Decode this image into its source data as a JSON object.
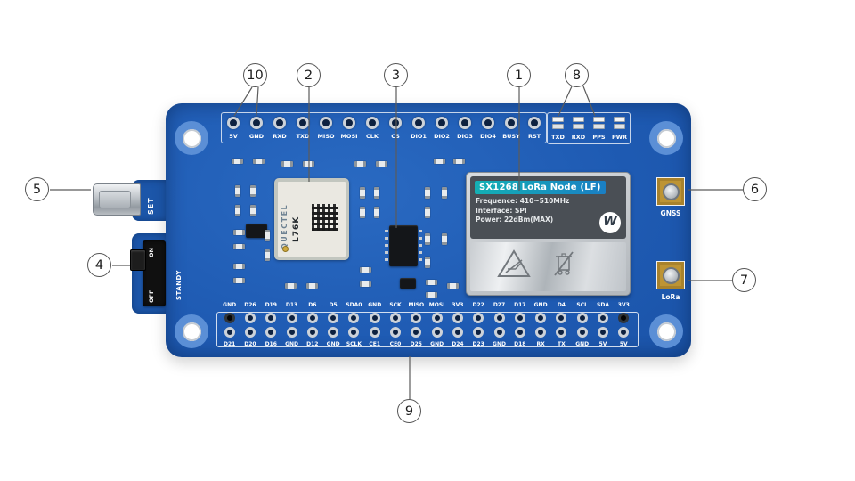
{
  "callouts": {
    "n1": "1",
    "n2": "2",
    "n3": "3",
    "n4": "4",
    "n5": "5",
    "n6": "6",
    "n7": "7",
    "n8": "8",
    "n9": "9",
    "n10": "10"
  },
  "top_header": {
    "pins": [
      "5V",
      "GND",
      "RXD",
      "TXD",
      "MISO",
      "MOSI",
      "CLK",
      "CS",
      "DIO1",
      "DIO2",
      "DIO3",
      "DIO4",
      "BUSY",
      "RST"
    ]
  },
  "led_panel": {
    "labels": [
      "TXD",
      "RXD",
      "PPS",
      "PWR"
    ]
  },
  "lora_module": {
    "title": "SX1268 LoRa Node (LF)",
    "specs": [
      "Frequence: 410~510MHz",
      "Interface: SPI",
      "Power: 22dBm(MAX)"
    ],
    "logo": "W"
  },
  "gnss_module": {
    "brand": "QUECTEL",
    "model": "L76K"
  },
  "silkscreen": {
    "set": "SET",
    "on": "ON",
    "off": "OFF",
    "standby": "STANDY",
    "gnss_antenna": "GNSS",
    "lora_antenna": "LoRa"
  },
  "bottom_header": {
    "top_row": [
      "GND",
      "D26",
      "D19",
      "D13",
      "D6",
      "D5",
      "SDA0",
      "GND",
      "SCK",
      "MISO",
      "MOSI",
      "3V3",
      "D22",
      "D27",
      "D17",
      "GND",
      "D4",
      "SCL",
      "SDA",
      "3V3"
    ],
    "bottom_row": [
      "D21",
      "D20",
      "D16",
      "GND",
      "D12",
      "GND",
      "SCLK",
      "CE1",
      "CE0",
      "D25",
      "GND",
      "D24",
      "D23",
      "GND",
      "D18",
      "RX",
      "TX",
      "GND",
      "5V",
      "5V"
    ]
  }
}
